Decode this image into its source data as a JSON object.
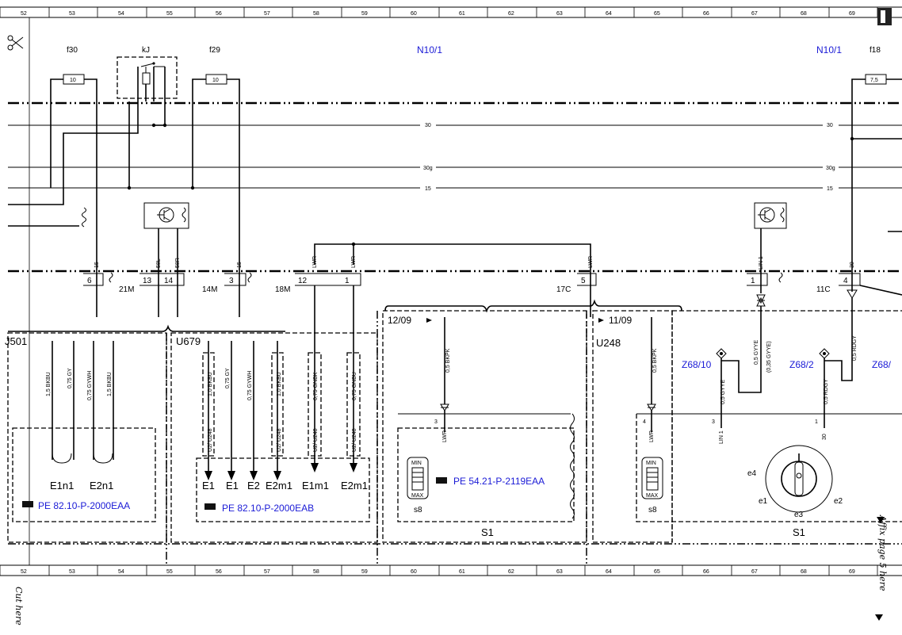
{
  "grid": {
    "columns": [
      "52",
      "53",
      "54",
      "55",
      "56",
      "57",
      "58",
      "59",
      "60",
      "61",
      "62",
      "63",
      "64",
      "65",
      "66",
      "67",
      "68",
      "69"
    ]
  },
  "top_labels": {
    "f30": "f30",
    "kj": "kJ",
    "f29": "f29",
    "f18": "f18",
    "n10_left": "N10/1",
    "n10_right": "N10/1"
  },
  "fuses": {
    "f30": "10",
    "f29": "10",
    "f18": "7,5"
  },
  "bus": {
    "b30": "30",
    "b30g": "30g",
    "b15": "15",
    "b30_right": "30",
    "b30g_right": "30g",
    "b15_right": "15"
  },
  "connectors": {
    "c21m": "21M",
    "c14m": "14M",
    "c18m": "18M",
    "c17c": "17C",
    "c11c": "11C",
    "p6": "6",
    "p13": "13",
    "p14": "14",
    "p3": "3",
    "p12": "12",
    "p1a": "1",
    "p5": "5",
    "p1b": "1",
    "p4": "4",
    "pin15a": "15",
    "pin58l": "58L",
    "pin58r": "58R",
    "pin15b": "15",
    "lwr1": "LWR",
    "lwr2": "LWR",
    "lwr3": "LWR",
    "lin1": "LIN 1",
    "pin30": "30"
  },
  "sections": {
    "j501": "J501",
    "u679": "U679",
    "u248": "U248"
  },
  "refs": {
    "d1209": "12/09",
    "d1109": "11/09"
  },
  "wires": {
    "w1": "1,5 BKBU",
    "w2": "0,75 GY",
    "w3": "0,75 GYWH",
    "w4": "1,5 BKBU",
    "w5": "1,0 BKBU",
    "w6": "0,75 GY",
    "w7": "0,75 GYWH",
    "w8": "1,0 BKBU",
    "w9": "0,75 GNBK",
    "w10": "0,75 GNBU",
    "w11": "0,5 BKPK",
    "w12": "0,5 BKPK",
    "w13": "0,5 GYYE",
    "w13b": "(0,35 GYYE)",
    "w14": "0,5 RDGY",
    "w15": "0,5 GYYE",
    "w16": "0,5 RDGY",
    "u2a": "U2/ U248",
    "u2b": "U2/ U248",
    "u2c": "U2/ U248",
    "u2d": "U2/ U248"
  },
  "splices": {
    "z68_10": "Z68/10",
    "z68_2": "Z68/2",
    "z68_cut": "Z68/"
  },
  "loads": {
    "e1n1": "E1n1",
    "e2n1": "E2n1",
    "e1a": "E1",
    "e1b": "E1",
    "e2": "E2",
    "e2m1": "E2m1",
    "e1m1": "E1m1",
    "e2m1b": "E2m1"
  },
  "doc_refs": {
    "ref1": "PE 82.10-P-2000EAA",
    "ref2": "PE 82.10-P-2000EAB",
    "ref3": "PE 54.21-P-2119EAA"
  },
  "switch": {
    "s8a": "s8",
    "s8b": "s8",
    "s1a": "S1",
    "s1b": "S1",
    "e1": "e1",
    "e2": "e2",
    "e3": "e3",
    "e4": "e4",
    "pin3a": "3",
    "pin4": "4",
    "pin3b": "3",
    "pin1": "1",
    "min": "MIN",
    "max": "MAX"
  },
  "margin": {
    "cut_here": "Cut here",
    "affix": "Affix page 5 here"
  }
}
